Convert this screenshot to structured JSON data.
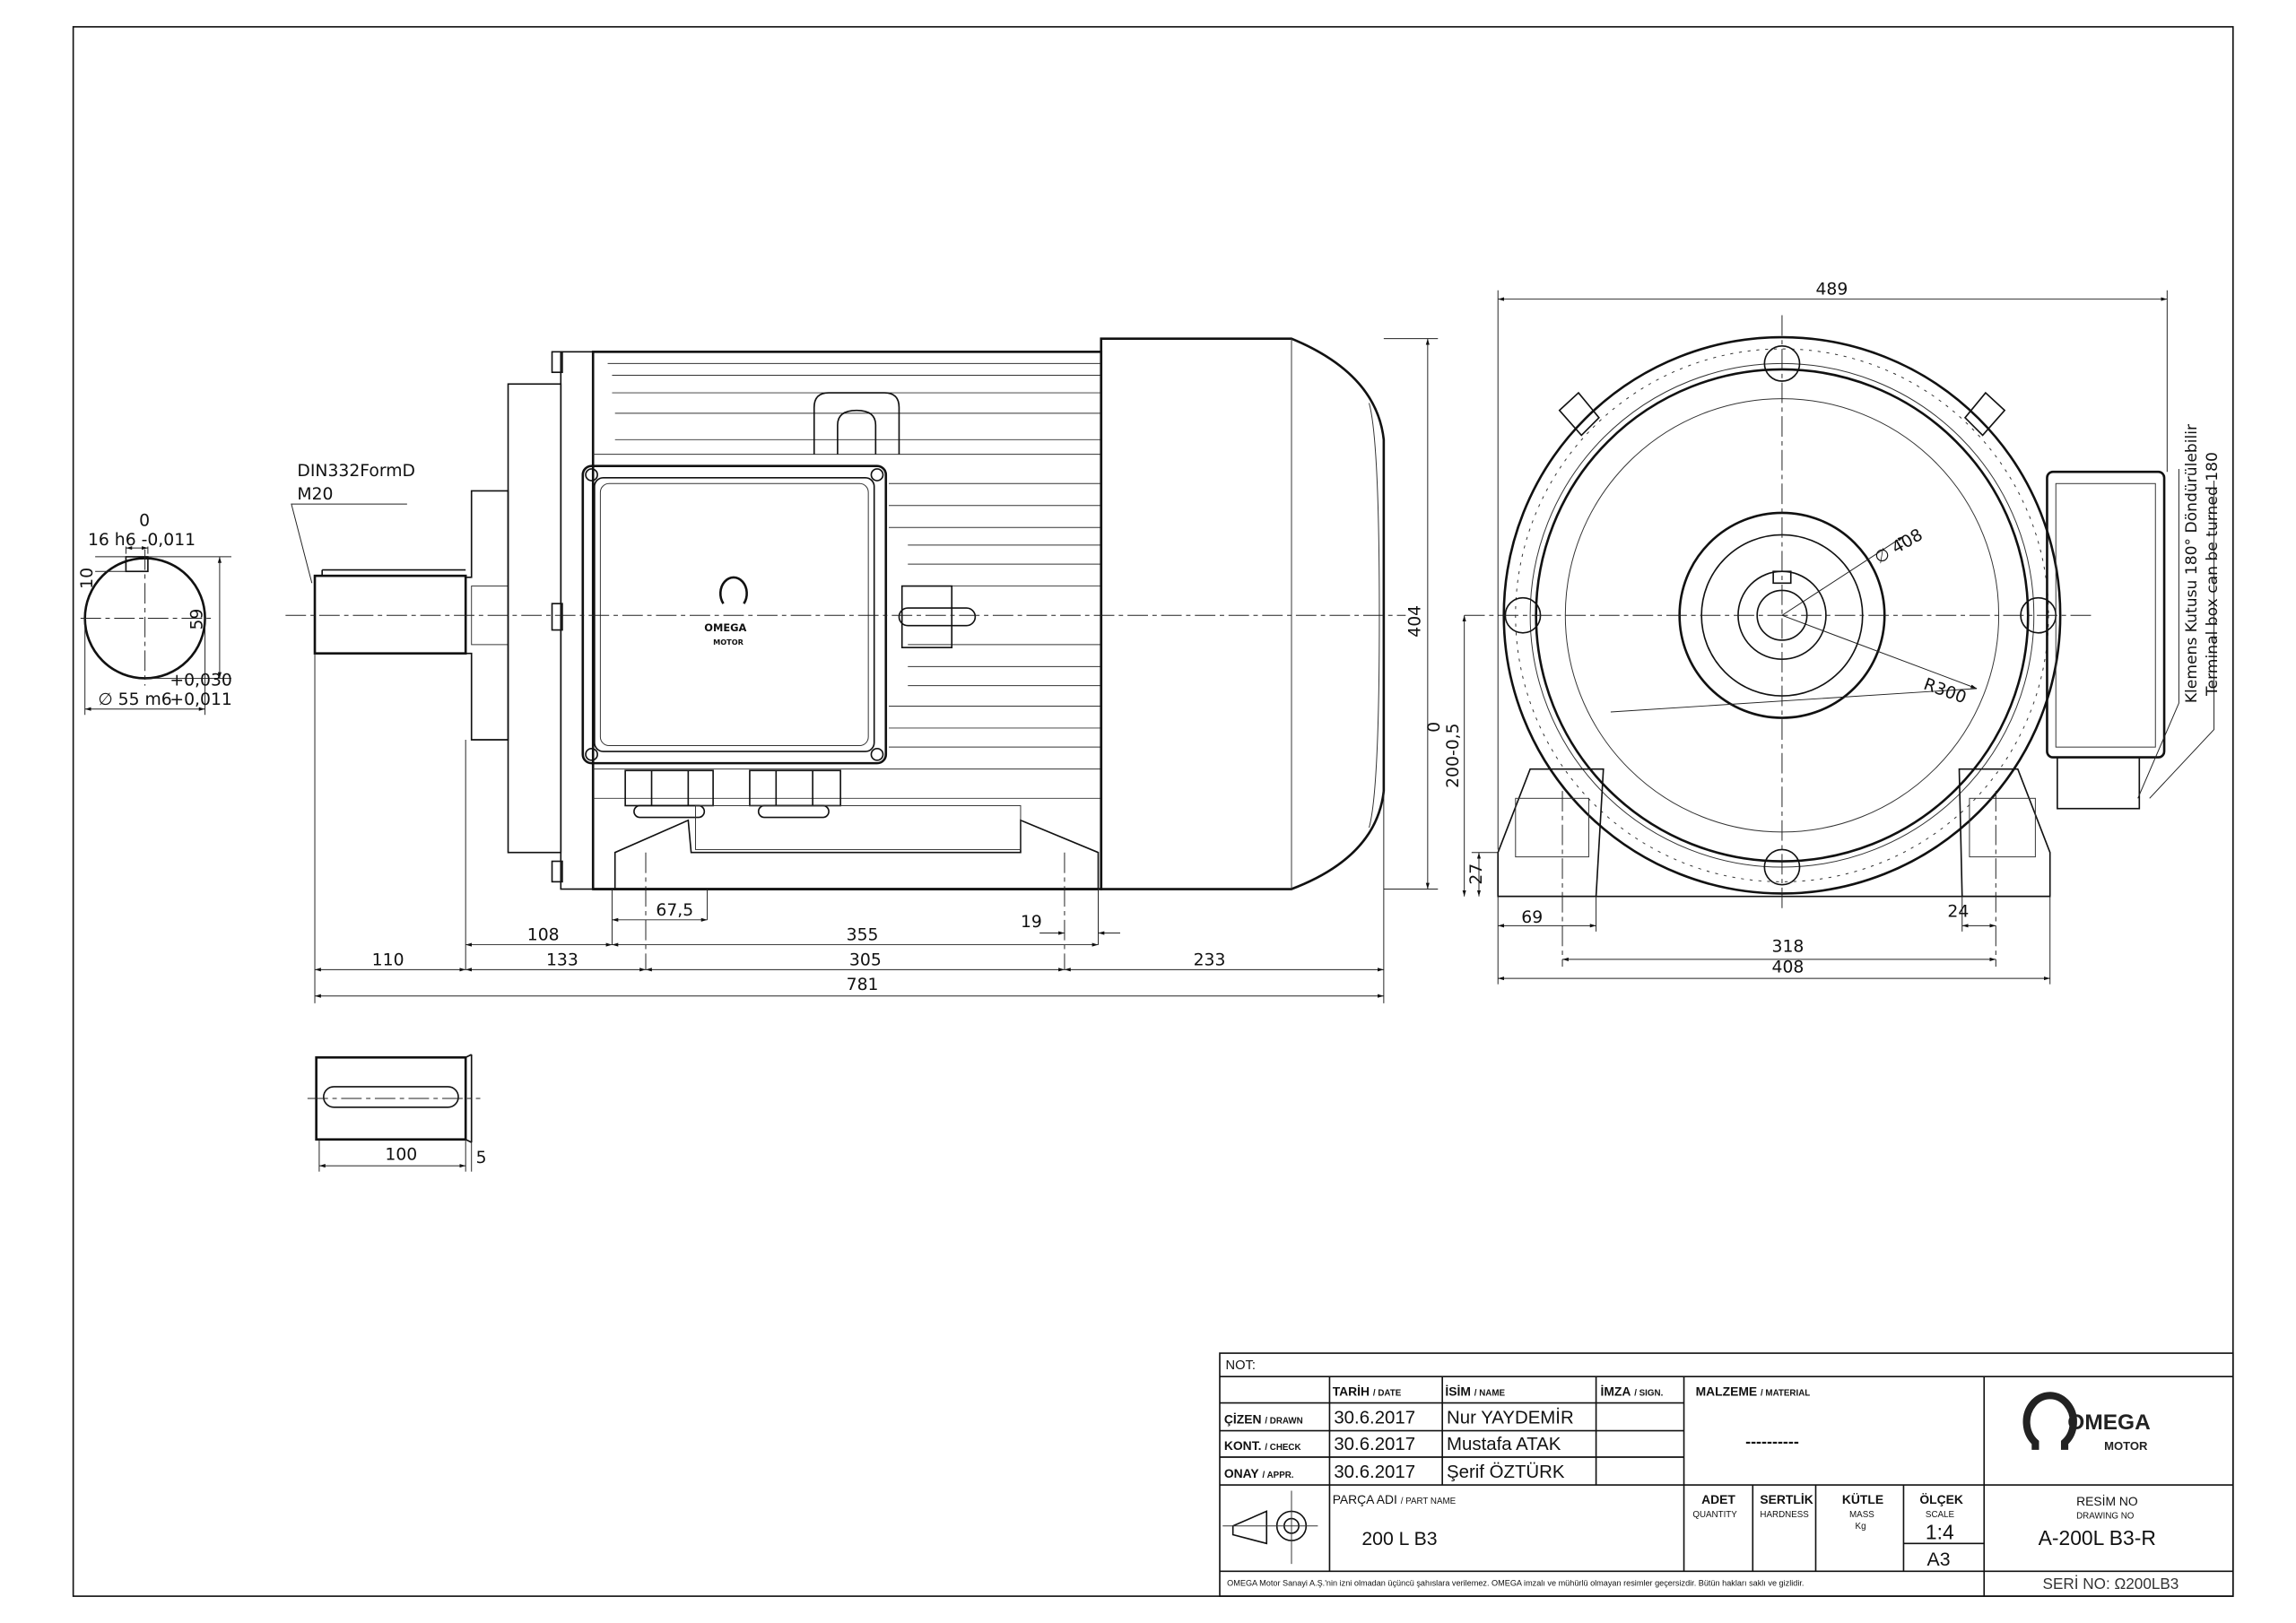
{
  "colors": {
    "line": "#111111",
    "paper": "#ffffff"
  },
  "shaft_section": {
    "key_tol_upper": "0",
    "key_width": "16 h6 -0,011",
    "key_height": "10",
    "shaft_height": "59",
    "tol_upper": "+0,030",
    "diameter": "∅ 55 m6",
    "tol_lower": "+0,011"
  },
  "center_hole": {
    "standard": "DIN332FormD",
    "thread": "M20"
  },
  "side_view_dims": {
    "d110": "110",
    "d133": "133",
    "d305": "305",
    "d233": "233",
    "d781": "781",
    "d108": "108",
    "d355": "355",
    "d67_5": "67,5",
    "d19": "19",
    "d404": "404"
  },
  "logo_small": {
    "omega": "OMEGA",
    "motor": "MOTOR"
  },
  "key_detail": {
    "d100": "100",
    "d5": "5"
  },
  "end_view_dims": {
    "d489": "489",
    "d408_dia": "∅ 408",
    "r300": "R300",
    "height_tol_upper": "0",
    "height": "200-0,5",
    "d27": "27",
    "d69": "69",
    "d24": "24",
    "d318": "318",
    "d408": "408"
  },
  "terminal_note": {
    "tr": "Klemens Kutusu 180° Döndürülebilir",
    "en": "Terminal box can be turned 180"
  },
  "title_block": {
    "not_label": "NOT:",
    "headers": {
      "date": "TARİH",
      "date_en": "/ DATE",
      "name": "İSİM",
      "name_en": "/ NAME",
      "sign": "İMZA",
      "sign_en": "/ SIGN.",
      "material": "MALZEME",
      "material_en": "/ MATERIAL"
    },
    "rows": [
      {
        "role": "ÇİZEN",
        "role_en": "/ DRAWN",
        "date": "30.6.2017",
        "name": "Nur YAYDEMİR"
      },
      {
        "role": "KONT.",
        "role_en": "/ CHECK",
        "date": "30.6.2017",
        "name": "Mustafa ATAK"
      },
      {
        "role": "ONAY",
        "role_en": "/ APPR.",
        "date": "30.6.2017",
        "name": "Şerif ÖZTÜRK"
      }
    ],
    "material_value": "----------",
    "part_name_label": "PARÇA ADI",
    "part_name_label_en": "/ PART NAME",
    "part_name": "200 L B3",
    "quantity": "ADET",
    "quantity_en": "QUANTITY",
    "hardness": "SERTLİK",
    "hardness_en": "HARDNESS",
    "mass": "KÜTLE",
    "mass_en": "MASS",
    "mass_unit": "Kg",
    "scale": "ÖLÇEK",
    "scale_en": "SCALE",
    "scale_value": "1:4",
    "sheet": "A3",
    "drawing_no_label": "RESİM NO",
    "drawing_no_label_en": "DRAWING NO",
    "drawing_no": "A-200L B3-R",
    "footer_note": "OMEGA Motor Sanayi A.Ş.'nin izni olmadan üçüncü şahıslara verilemez. OMEGA imzalı ve mühürlü olmayan resimler geçersizdir. Bütün hakları saklı ve gizlidir.",
    "serial": "SERİ NO: Ω200LB3",
    "logo_omega": "OMEGA",
    "logo_motor": "MOTOR"
  }
}
